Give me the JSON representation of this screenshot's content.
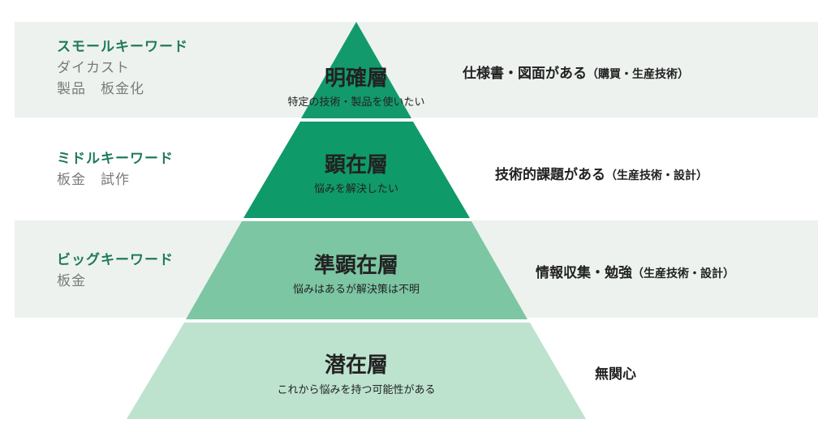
{
  "keywords": {
    "small": {
      "title": "スモールキーワード",
      "lines": [
        "ダイカスト",
        "製品　板金化"
      ]
    },
    "middle": {
      "title": "ミドルキーワード",
      "lines": [
        "板金　試作"
      ]
    },
    "big": {
      "title": "ビッグキーワード",
      "lines": [
        "板金"
      ]
    }
  },
  "layers": [
    {
      "name": "明確層",
      "desc": "特定の技術・製品を使いたい",
      "color": "#139a6c"
    },
    {
      "name": "顕在層",
      "desc": "悩みを解決したい",
      "color": "#0f9a69"
    },
    {
      "name": "準顕在層",
      "desc": "悩みはあるが解決策は不明",
      "color": "#7cc6a3"
    },
    {
      "name": "潜在層",
      "desc": "これから悩みを持つ可能性がある",
      "color": "#bde3cf"
    }
  ],
  "attributes": [
    {
      "main": "仕様書・図面がある",
      "paren": "（購買・生産技術）"
    },
    {
      "main": "技術的課題がある",
      "paren": "（生産技術・設計）"
    },
    {
      "main": "情報収集・勉強",
      "paren": "（生産技術・設計）"
    },
    {
      "main": "無関心",
      "paren": ""
    }
  ],
  "colors": {
    "band": "#edf2ef",
    "keyword_title": "#1f7a5a",
    "keyword_text": "#7a7a7a"
  }
}
